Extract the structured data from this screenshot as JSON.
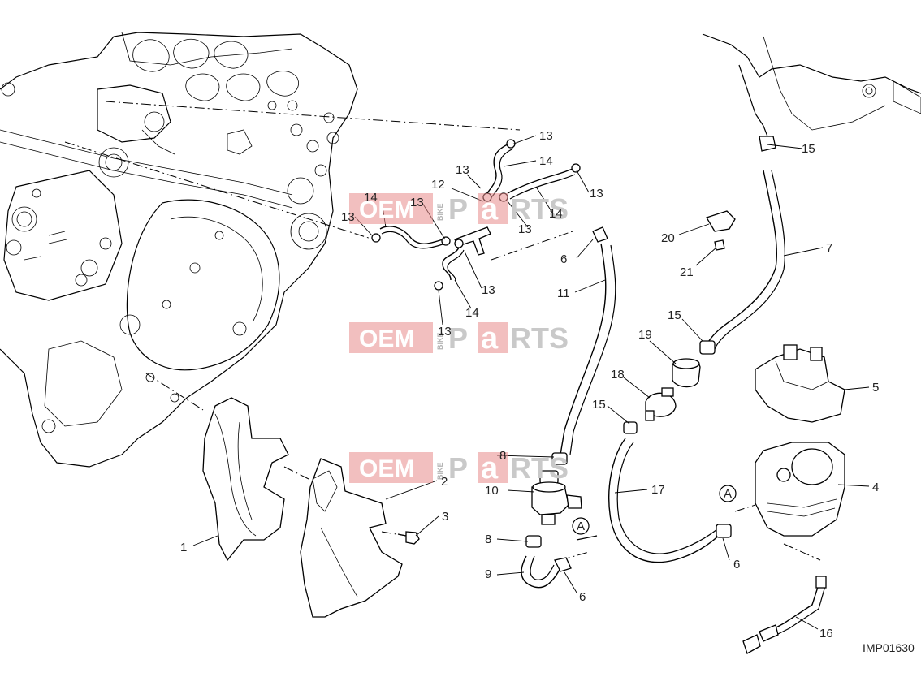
{
  "drawing_code": "IMP01630",
  "reference_letter": "A",
  "watermark": {
    "left": "OEM",
    "side": "BIKE",
    "right_a": "P",
    "right_b": "a",
    "right_c": "RTS"
  },
  "part_numbers": [
    "1",
    "2",
    "3",
    "4",
    "5",
    "6",
    "7",
    "8",
    "9",
    "10",
    "11",
    "12",
    "13",
    "14",
    "15",
    "16",
    "17",
    "18",
    "19",
    "20",
    "21"
  ]
}
